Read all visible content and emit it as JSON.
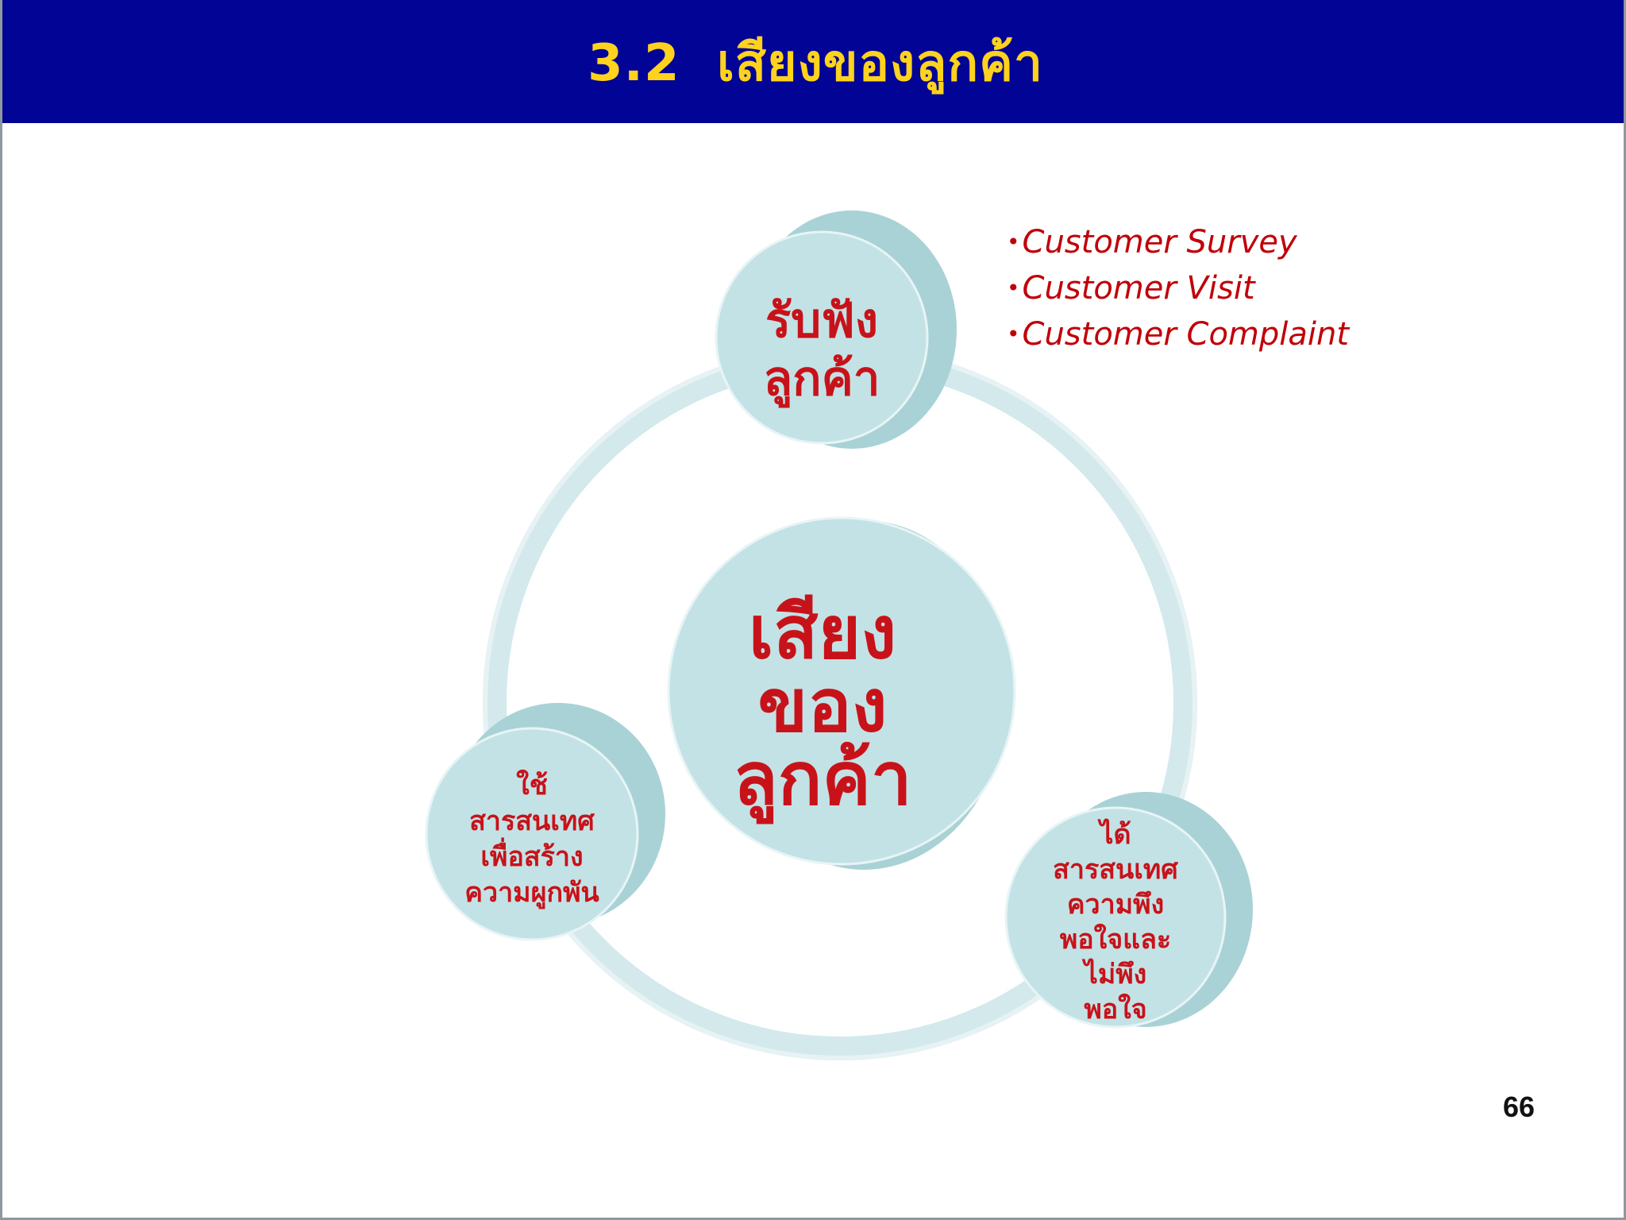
{
  "slide": {
    "title": "3.2  เสียงของลูกค้า",
    "page_number": "66"
  },
  "diagram": {
    "center": {
      "lines": [
        "เสียง",
        "ของ",
        "ลูกค้า"
      ]
    },
    "nodes": [
      {
        "id": "top",
        "lines": [
          "รับฟัง",
          "ลูกค้า"
        ]
      },
      {
        "id": "bottom-right",
        "lines": [
          "ได้",
          "สารสนเทศ",
          "ความพึง",
          "พอใจและ",
          "ไม่พึง",
          "พอใจ"
        ]
      },
      {
        "id": "bottom-left",
        "lines": [
          "ใช้",
          "สารสนเทศ",
          "เพื่อสร้าง",
          "ความผูกพัน"
        ]
      }
    ],
    "bullets": [
      "Customer Survey",
      "Customer Visit",
      "Customer Complaint"
    ]
  },
  "colors": {
    "header_bg": "#020495",
    "title_text": "#ffd21e",
    "bubble_fill": "#bfe0e2",
    "bubble_text": "#c8121a",
    "ring": "#d7ebee",
    "bullet_text": "#c00008"
  }
}
